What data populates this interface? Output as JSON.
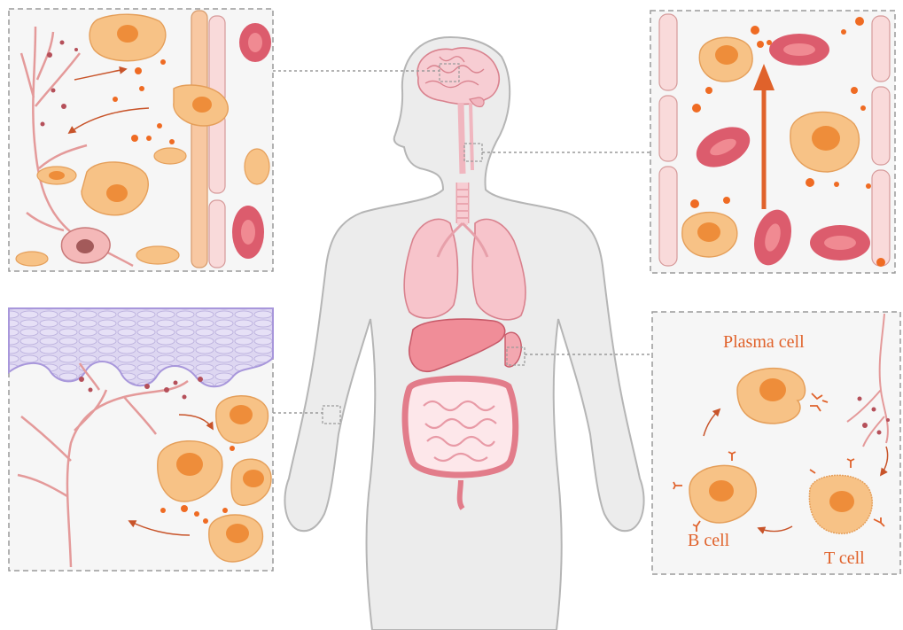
{
  "labels": {
    "plasma_cell": "Plasma cell",
    "b_cell": "B cell",
    "t_cell": "T cell"
  },
  "colors": {
    "label": "#e0622b",
    "cell_fill": "#f7c286",
    "cell_stroke": "#e59f5a",
    "nucleus": "#ee8d3a",
    "rbc": "#dc5c6d",
    "rbc_inner": "#f08a92",
    "dot": "#ef6b23",
    "arrow": "#c8542a",
    "vessel": "#f9dada",
    "nerve": "#e49a9a",
    "organ_pink": "#f5bcc3",
    "body": "#ececec",
    "body_stroke": "#b5b5b5",
    "panel": "#f6f6f6",
    "panel_border": "#9a9a9a",
    "skin": "#d7cfee"
  }
}
